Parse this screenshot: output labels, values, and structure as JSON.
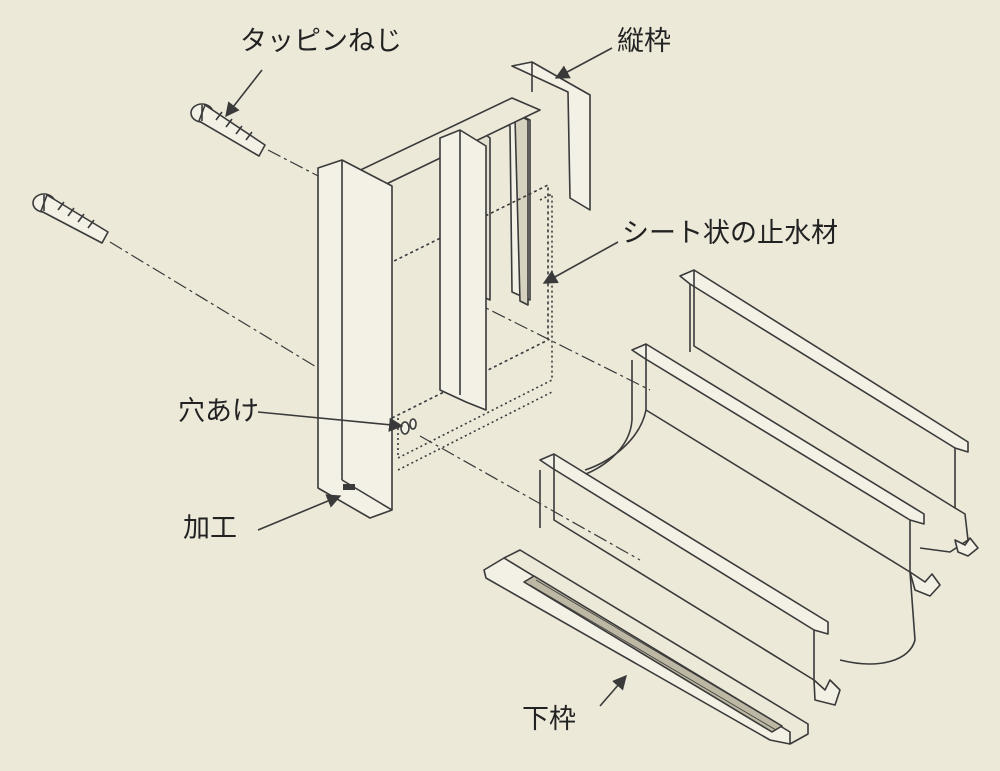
{
  "diagram": {
    "colors": {
      "background": "#ece9d9",
      "line": "#3a3a3a",
      "metal_fill": "#f3f1e6",
      "shade": "#d6d2bf"
    },
    "labels": {
      "tapping_screw": "タッピンねじ",
      "vertical_frame": "縦枠",
      "sheet_sealant": "シート状の止水材",
      "hole_drilling": "穴あけ",
      "processing": "加工",
      "bottom_frame": "下枠"
    }
  }
}
